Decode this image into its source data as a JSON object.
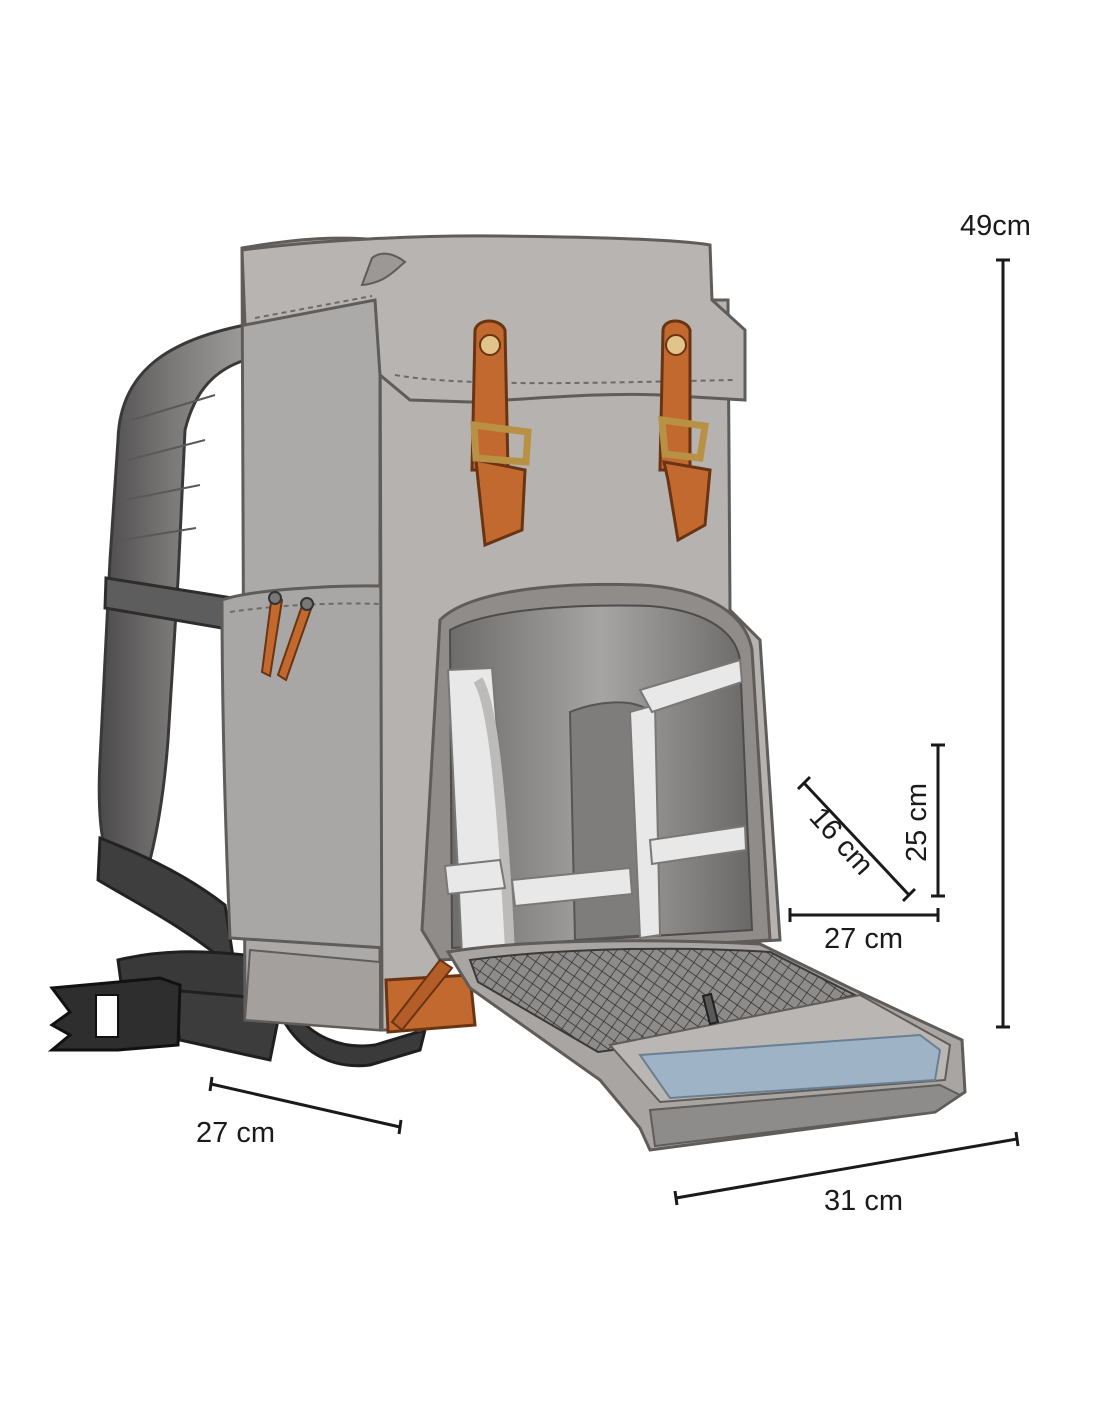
{
  "dimensions": {
    "height_total": "49cm",
    "compartment_height": "25 cm",
    "compartment_depth": "16 cm",
    "compartment_width": "27 cm",
    "bag_depth": "27 cm",
    "bag_width": "31 cm"
  },
  "colors": {
    "bag_body": "#b3b0ae",
    "bag_shade": "#a19e9c",
    "outline": "#5f5c5a",
    "strap": "#6f6d6c",
    "strap_dark": "#3d3c3c",
    "leather": "#c2692f",
    "leather_dark": "#8f4a1e",
    "brass": "#c6a15a",
    "interior": "#8d8b8a",
    "divider": "#e8e8e8",
    "pocket_blue": "#9fb3c6",
    "line": "#1a1a1a"
  }
}
